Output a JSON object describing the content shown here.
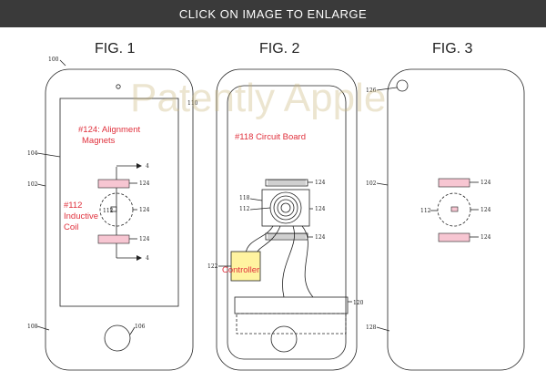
{
  "banner": {
    "text": "CLICK ON IMAGE TO ENLARGE"
  },
  "watermark": {
    "text": "Patently Apple"
  },
  "colors": {
    "annotation_red": "#e0303c",
    "magnet_pink": "#f7c6d2",
    "controller_yellow": "#fff3a0",
    "banner_bg": "#3a3a3a"
  },
  "fig1": {
    "title": "FIG. 1",
    "ref_100": "100",
    "ref_104": "104",
    "ref_102": "102",
    "ref_108": "108",
    "ref_106": "106",
    "ref_110": "110",
    "ref_112": "112",
    "ref_124a": "124",
    "ref_124b": "124",
    "ref_124c": "124",
    "arrow_label_top": "4",
    "arrow_label_bottom": "4",
    "annotation_magnets_line1": "#124: Alignment",
    "annotation_magnets_line2": "Magnets",
    "annotation_coil_line1": "#112",
    "annotation_coil_line2": "Inductive",
    "annotation_coil_line3": "Coil"
  },
  "fig2": {
    "title": "FIG. 2",
    "ref_118": "118",
    "ref_112": "112",
    "ref_122": "122",
    "ref_120": "120",
    "ref_124a": "124",
    "ref_124b": "124",
    "ref_124c": "124",
    "annotation_board": "#118 Circuit Board",
    "annotation_controller": "Controller"
  },
  "fig3": {
    "title": "FIG. 3",
    "ref_126": "126",
    "ref_102": "102",
    "ref_112": "112",
    "ref_128": "128",
    "ref_124a": "124",
    "ref_124b": "124",
    "ref_124c": "124"
  }
}
